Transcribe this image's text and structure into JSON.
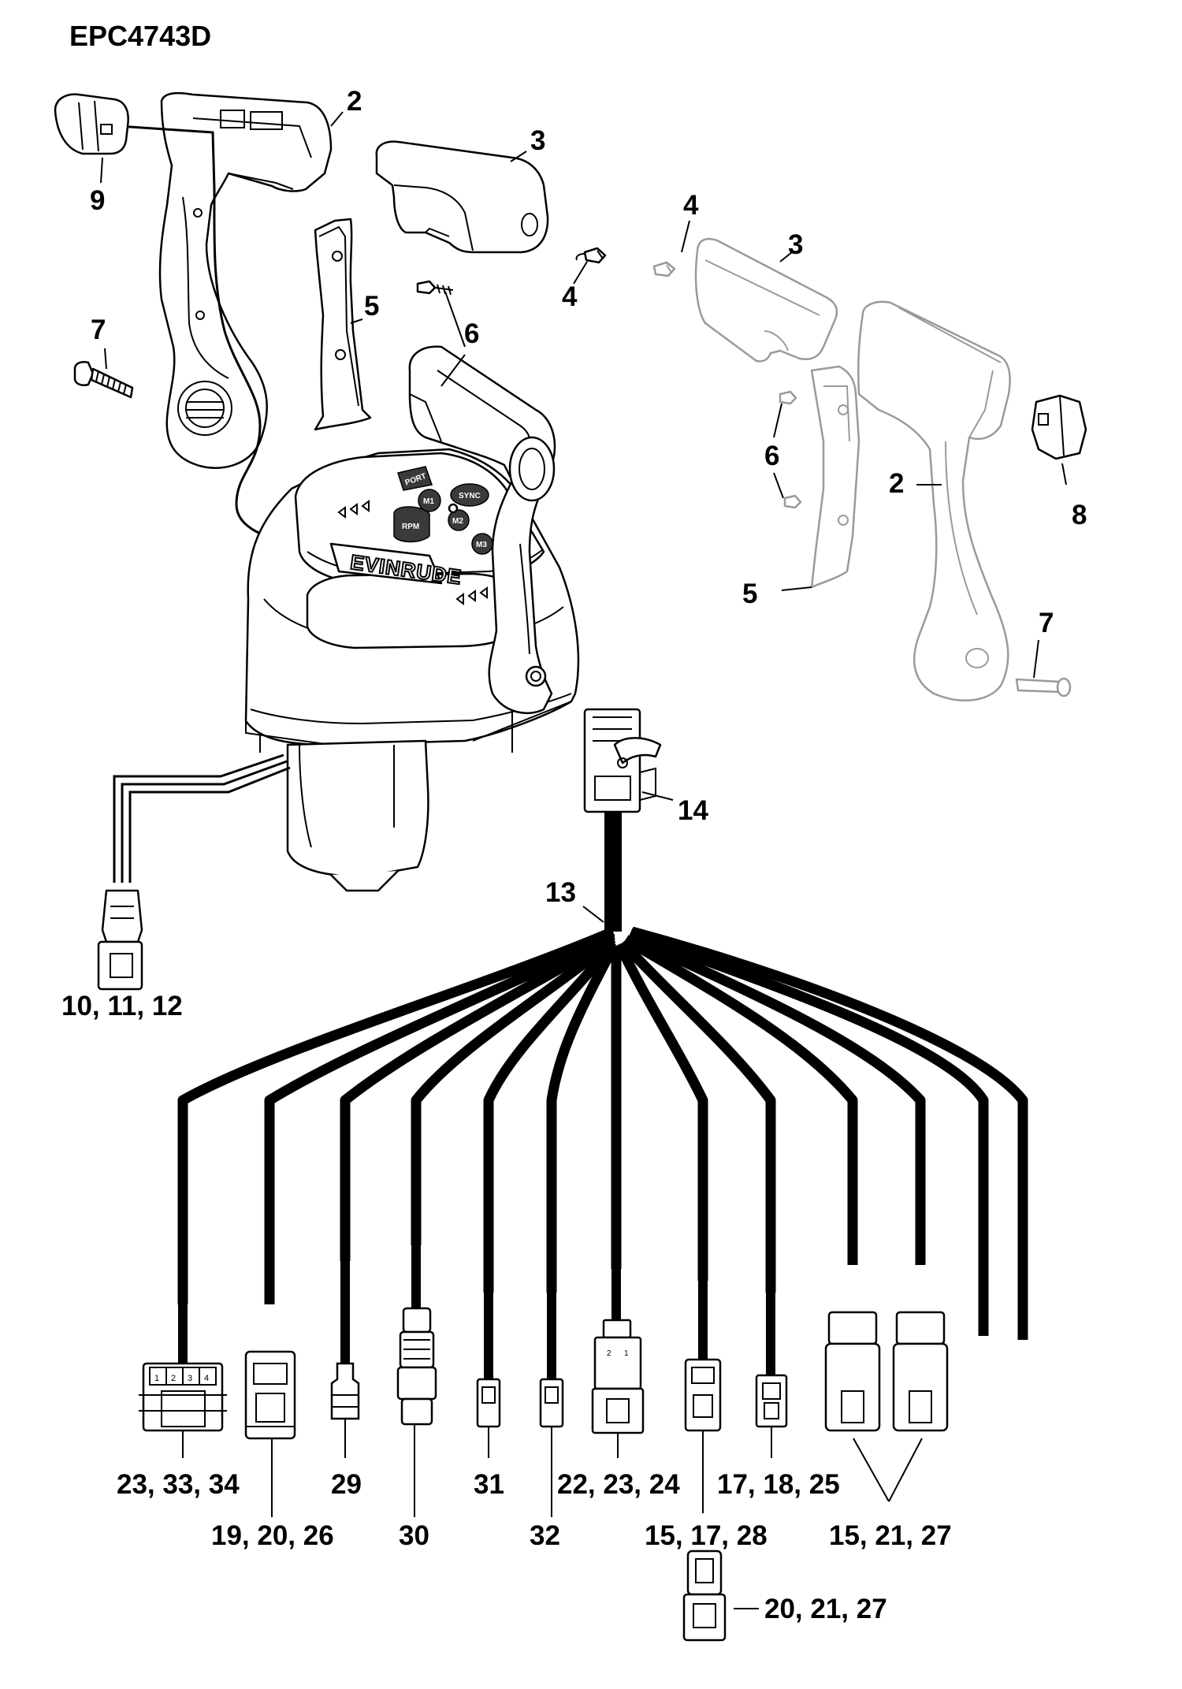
{
  "document_id": "EPC4743D",
  "brand_text": "EVINRUDE",
  "panel_buttons": [
    "PORT",
    "SYNC",
    "M1",
    "M2",
    "M3",
    "RPM"
  ],
  "callouts": {
    "c2_top": "2",
    "c3_top": "3",
    "c9": "9",
    "c4_top": "4",
    "c3_right": "3",
    "c4_mid": "4",
    "c5_top": "5",
    "c6_top": "6",
    "c7_left": "7",
    "c6_right": "6",
    "c2_right": "2",
    "c8": "8",
    "c5_right": "5",
    "c7_right": "7",
    "c14": "14",
    "c13": "13",
    "c10_11_12": "10, 11, 12",
    "c23_33_34": "23, 33, 34",
    "c29": "29",
    "c31": "31",
    "c22_23_24": "22, 23, 24",
    "c17_18_25": "17, 18, 25",
    "c19_20_26": "19, 20, 26",
    "c30": "30",
    "c32": "32",
    "c15_17_28": "15, 17, 28",
    "c15_21_27": "15, 21, 27",
    "c20_21_27": "20, 21, 27"
  },
  "connector_pins": [
    "1",
    "2",
    "3",
    "4"
  ],
  "plug_pins": [
    "2",
    "1"
  ]
}
